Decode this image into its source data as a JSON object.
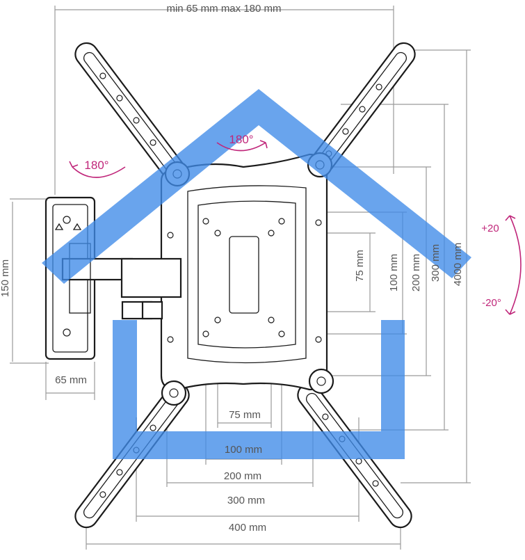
{
  "top_dimension": "min 65 mm max 180 mm",
  "dimensions": {
    "plate_height": "150 mm",
    "plate_width": "65 mm",
    "h75": "75 mm",
    "h100": "100 mm",
    "h200": "200 mm",
    "h300": "300 mm",
    "h400": "4000 mm",
    "w75": "75 mm",
    "w100": "100 mm",
    "w200": "200 mm",
    "w300": "300 mm",
    "w400": "400 mm"
  },
  "rotation": {
    "swivel": "180°",
    "rotate": "180°"
  },
  "tilt": {
    "up": "+20",
    "down": "-20°"
  },
  "colors": {
    "watermark": "#3f8be8",
    "accent": "#c0267a",
    "line": "#1b1b1b",
    "dimension": "#9a9a9a"
  }
}
